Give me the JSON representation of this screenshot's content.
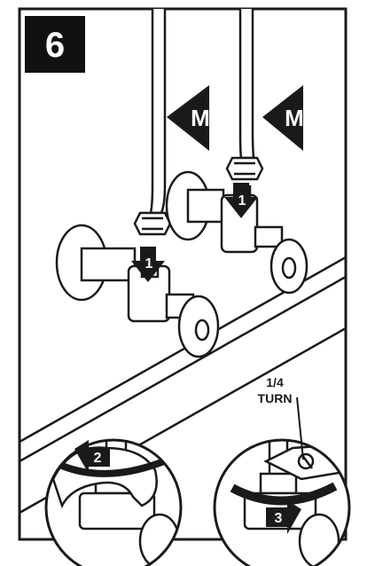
{
  "step": {
    "number": "6"
  },
  "callouts": {
    "m_left": "M",
    "m_right": "M",
    "arrow_1_left": "1",
    "arrow_1_right": "1",
    "arrow_2": "2",
    "arrow_3": "3",
    "turn_line1": "1/4",
    "turn_line2": "TURN"
  },
  "colors": {
    "ink": "#1a1a1a",
    "paper": "#ffffff",
    "badge": "#111111"
  }
}
